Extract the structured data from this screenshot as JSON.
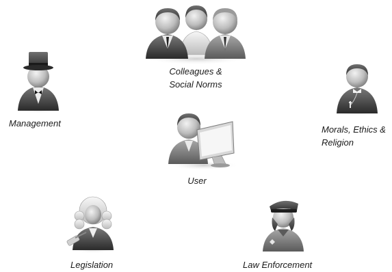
{
  "diagram": {
    "nodes": {
      "colleagues": {
        "label_line1": "Colleagues &",
        "label_line2": "Social Norms",
        "icon": "group-people-icon"
      },
      "management": {
        "label": "Management",
        "icon": "top-hat-manager-icon"
      },
      "morals": {
        "label_line1": "Morals, Ethics &",
        "label_line2": "Religion",
        "icon": "priest-icon"
      },
      "user": {
        "label": "User",
        "icon": "user-at-computer-icon"
      },
      "legislation": {
        "label": "Legislation",
        "icon": "judge-wig-icon"
      },
      "law_enforcement": {
        "label": "Law Enforcement",
        "icon": "police-officer-icon"
      }
    }
  }
}
